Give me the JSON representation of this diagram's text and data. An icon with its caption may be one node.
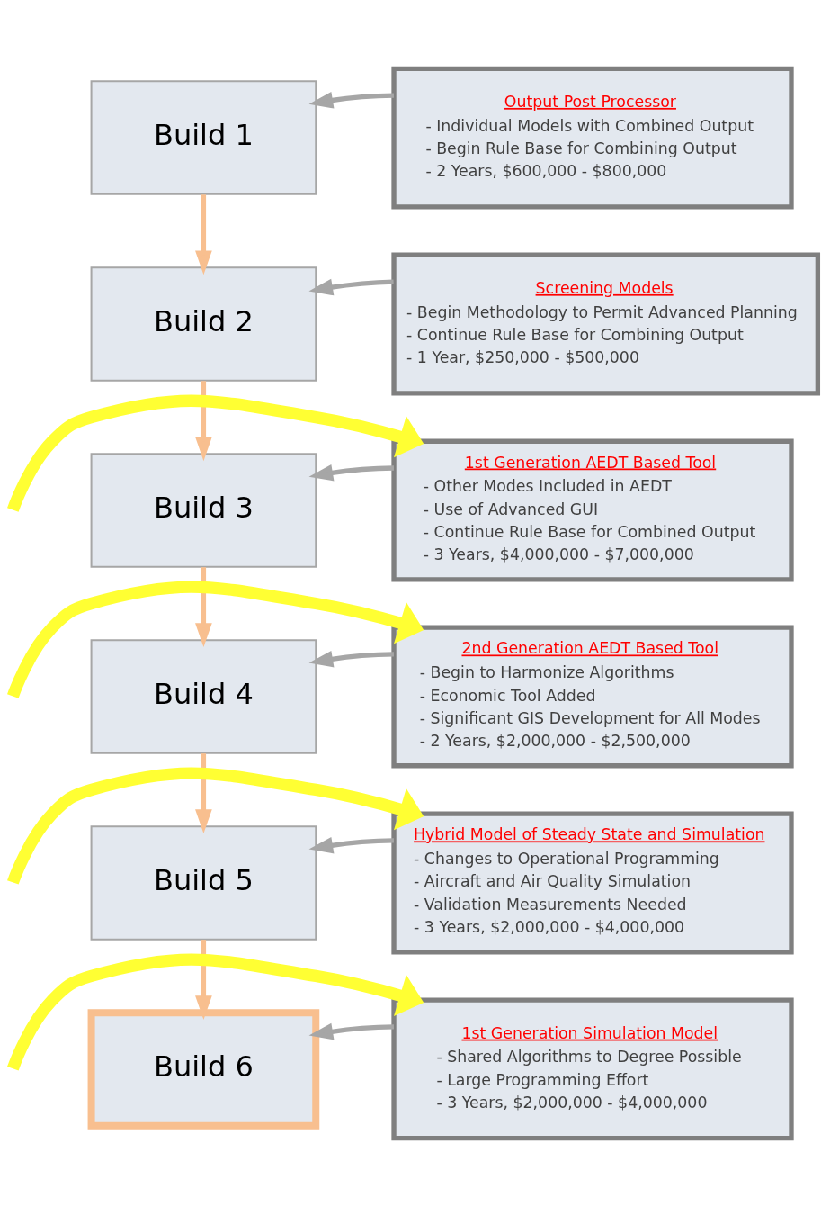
{
  "diagram": {
    "nodes": [
      {
        "text": [
          "Build 1"
        ]
      },
      {
        "text": [
          "Output Post Processor",
          "- Individual Models with Combined Output",
          "- Begin Rule Base for Combining Output",
          "- 2 Years, $600,000 - $800,000"
        ]
      },
      {
        "text": [
          "Build 2"
        ]
      },
      {
        "text": [
          "Screening Models",
          "- Begin Methodology to Permit Advanced Planning",
          "- Continue Rule Base for Combining Output",
          "- 1 Year, $250,000 - $500,000"
        ]
      },
      {
        "text": [
          "Build 3"
        ]
      },
      {
        "text": [
          "1st Generation AEDT Based Tool",
          "- Other Modes Included in AEDT",
          "- Use of Advanced GUI",
          "- Continue Rule Base for Combined Output",
          "- 3 Years, $4,000,000 - $7,000,000"
        ]
      },
      {
        "text": [
          "Build 4"
        ]
      },
      {
        "text": [
          "2nd Generation AEDT Based Tool",
          "- Begin to Harmonize Algorithms",
          "- Economic Tool Added",
          "- Significant GIS Development for All Modes",
          "- 2 Years, $2,000,000 - $2,500,000"
        ]
      },
      {
        "text": [
          "Build 5"
        ]
      },
      {
        "text": [
          "Hybrid Model of Steady State and Simulation",
          "- Changes to Operational Programming",
          "- Aircraft and Air Quality Simulation",
          "- Validation Measurements Needed",
          "- 3 Years, $2,000,000 - $4,000,000"
        ]
      },
      {
        "text": [
          "Build 6"
        ]
      },
      {
        "text": [
          "1st Generation Simulation Model",
          "- Shared Algorithms to Degree Possible",
          "- Large Programming Effort",
          "- 3 Years, $2,000,000 - $4,000,000"
        ]
      }
    ],
    "edges": [
      {
        "from": 1,
        "to": 0,
        "arrow": "to"
      },
      {
        "from": 0,
        "to": 2,
        "arrow": "to",
        "color": "#f8bf8f"
      },
      {
        "from": 3,
        "to": 2,
        "arrow": "to"
      },
      {
        "from": 2,
        "to": 4,
        "arrow": "to",
        "color": "#f8bf8f"
      },
      {
        "from": 5,
        "to": 4,
        "arrow": "to"
      },
      {
        "from": 4,
        "to": 6,
        "arrow": "to",
        "color": "#f8bf8f"
      },
      {
        "from": 7,
        "to": 6,
        "arrow": "to"
      },
      {
        "from": 6,
        "to": 8,
        "arrow": "to",
        "color": "#f8bf8f"
      },
      {
        "from": 9,
        "to": 8,
        "arrow": "to"
      },
      {
        "from": 8,
        "to": 10,
        "arrow": "to",
        "color": "#f8bf8f"
      },
      {
        "from": 11,
        "to": 10,
        "arrow": "to"
      },
      {
        "from": null,
        "to": 5,
        "arrow": "to",
        "style": "thick",
        "color": "#ffff33"
      },
      {
        "from": null,
        "to": 7,
        "arrow": "to",
        "style": "thick",
        "color": "#ffff33"
      },
      {
        "from": null,
        "to": 9,
        "arrow": "to",
        "style": "thick",
        "color": "#ffff33"
      },
      {
        "from": null,
        "to": 11,
        "arrow": "to",
        "style": "thick",
        "color": "#ffff33"
      }
    ]
  }
}
